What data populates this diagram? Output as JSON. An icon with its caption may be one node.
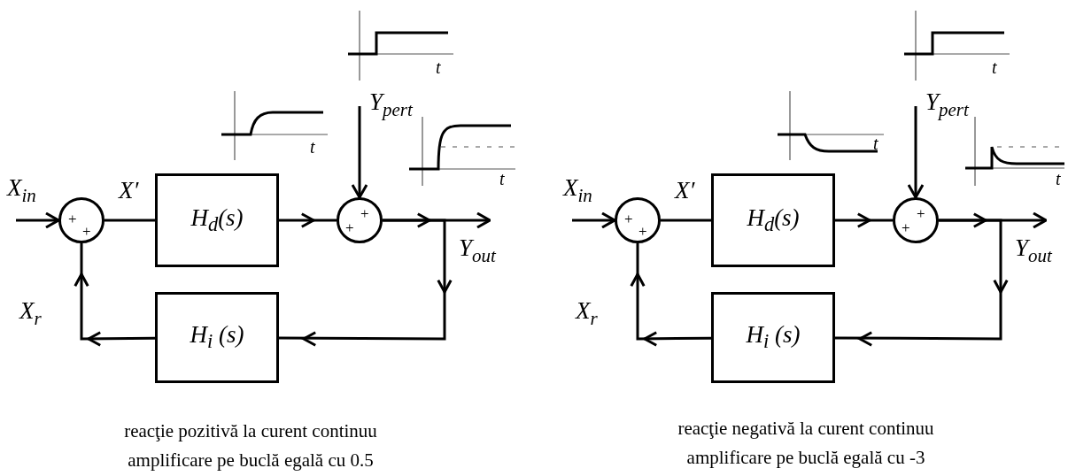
{
  "diagram": {
    "nodes": [
      {
        "text": [
          "+",
          "+"
        ]
      },
      {
        "text": [
          "H$_{d}$(s)"
        ]
      },
      {
        "text": [
          "+",
          "+"
        ]
      },
      {
        "text": [
          "H$_{i}$ (s)"
        ]
      },
      {
        "text": [
          "t"
        ]
      },
      {
        "text": [
          "t"
        ]
      },
      {
        "text": [
          "t"
        ]
      },
      {
        "text": [
          "+",
          "+"
        ]
      },
      {
        "text": [
          "H$_{d}$(s)"
        ]
      },
      {
        "text": [
          "+",
          "+"
        ]
      },
      {
        "text": [
          "H$_{i}$ (s)"
        ]
      },
      {
        "text": [
          "t"
        ]
      },
      {
        "text": [
          "t"
        ]
      },
      {
        "text": [
          "t"
        ]
      }
    ],
    "edges": [
      {
        "from": null,
        "to": 0,
        "arrow": "to",
        "label": "X$_{in}$"
      },
      {
        "from": 0,
        "to": 1,
        "arrow": "none",
        "label": "X′"
      },
      {
        "from": 1,
        "to": 2,
        "arrow": "to"
      },
      {
        "from": null,
        "to": 2,
        "arrow": "to",
        "label": "Y$_{pert}$"
      },
      {
        "from": 2,
        "to": null,
        "arrow": "to",
        "label": "Y$_{out}$"
      },
      {
        "from": 2,
        "to": 3,
        "arrow": "to"
      },
      {
        "from": 3,
        "to": 0,
        "arrow": "to",
        "label": "X$_{r}$"
      },
      {
        "from": null,
        "to": 7,
        "arrow": "to",
        "label": "X$_{in}$"
      },
      {
        "from": 7,
        "to": 8,
        "arrow": "none",
        "label": "X′"
      },
      {
        "from": 8,
        "to": 9,
        "arrow": "to"
      },
      {
        "from": null,
        "to": 9,
        "arrow": "to",
        "label": "Y$_{pert}$"
      },
      {
        "from": 9,
        "to": null,
        "arrow": "to",
        "label": "Y$_{out}$"
      },
      {
        "from": 9,
        "to": 10,
        "arrow": "to"
      },
      {
        "from": 10,
        "to": 7,
        "arrow": "to",
        "label": "X$_{r}$"
      }
    ],
    "labels": [
      "reacţie pozitivă la curent continuu",
      "amplificare pe buclă egală cu 0.5",
      "reacţie negativă la curent continuu",
      "amplificare pe buclă egală cu -3"
    ]
  }
}
